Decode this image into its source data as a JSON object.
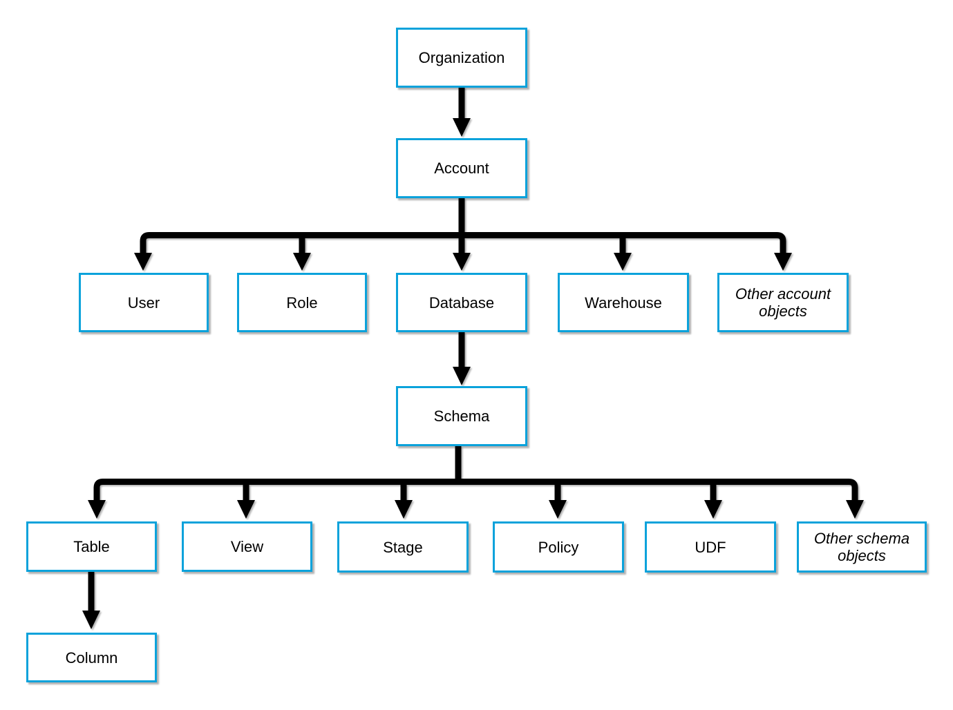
{
  "diagram": {
    "description": "Object hierarchy diagram",
    "colors": {
      "node_border": "#0aa2db",
      "node_fill": "#ffffff",
      "connector": "#000000",
      "text": "#000000",
      "shadow": "#b9b9b9"
    },
    "nodes": [
      {
        "id": "organization",
        "label": "Organization",
        "italic": false
      },
      {
        "id": "account",
        "label": "Account",
        "italic": false
      },
      {
        "id": "user",
        "label": "User",
        "italic": false
      },
      {
        "id": "role",
        "label": "Role",
        "italic": false
      },
      {
        "id": "database",
        "label": "Database",
        "italic": false
      },
      {
        "id": "warehouse",
        "label": "Warehouse",
        "italic": false
      },
      {
        "id": "other-account-objects",
        "label": "Other account objects",
        "italic": true
      },
      {
        "id": "schema",
        "label": "Schema",
        "italic": false
      },
      {
        "id": "table",
        "label": "Table",
        "italic": false
      },
      {
        "id": "view",
        "label": "View",
        "italic": false
      },
      {
        "id": "stage",
        "label": "Stage",
        "italic": false
      },
      {
        "id": "policy",
        "label": "Policy",
        "italic": false
      },
      {
        "id": "udf",
        "label": "UDF",
        "italic": false
      },
      {
        "id": "other-schema-objects",
        "label": "Other schema objects",
        "italic": true
      },
      {
        "id": "column",
        "label": "Column",
        "italic": false
      }
    ],
    "edges": [
      {
        "from": "Organization",
        "to": "Account"
      },
      {
        "from": "Account",
        "to": "User"
      },
      {
        "from": "Account",
        "to": "Role"
      },
      {
        "from": "Account",
        "to": "Database"
      },
      {
        "from": "Account",
        "to": "Warehouse"
      },
      {
        "from": "Account",
        "to": "Other account objects"
      },
      {
        "from": "Database",
        "to": "Schema"
      },
      {
        "from": "Schema",
        "to": "Table"
      },
      {
        "from": "Schema",
        "to": "View"
      },
      {
        "from": "Schema",
        "to": "Stage"
      },
      {
        "from": "Schema",
        "to": "Policy"
      },
      {
        "from": "Schema",
        "to": "UDF"
      },
      {
        "from": "Schema",
        "to": "Other schema objects"
      },
      {
        "from": "Table",
        "to": "Column"
      }
    ]
  }
}
